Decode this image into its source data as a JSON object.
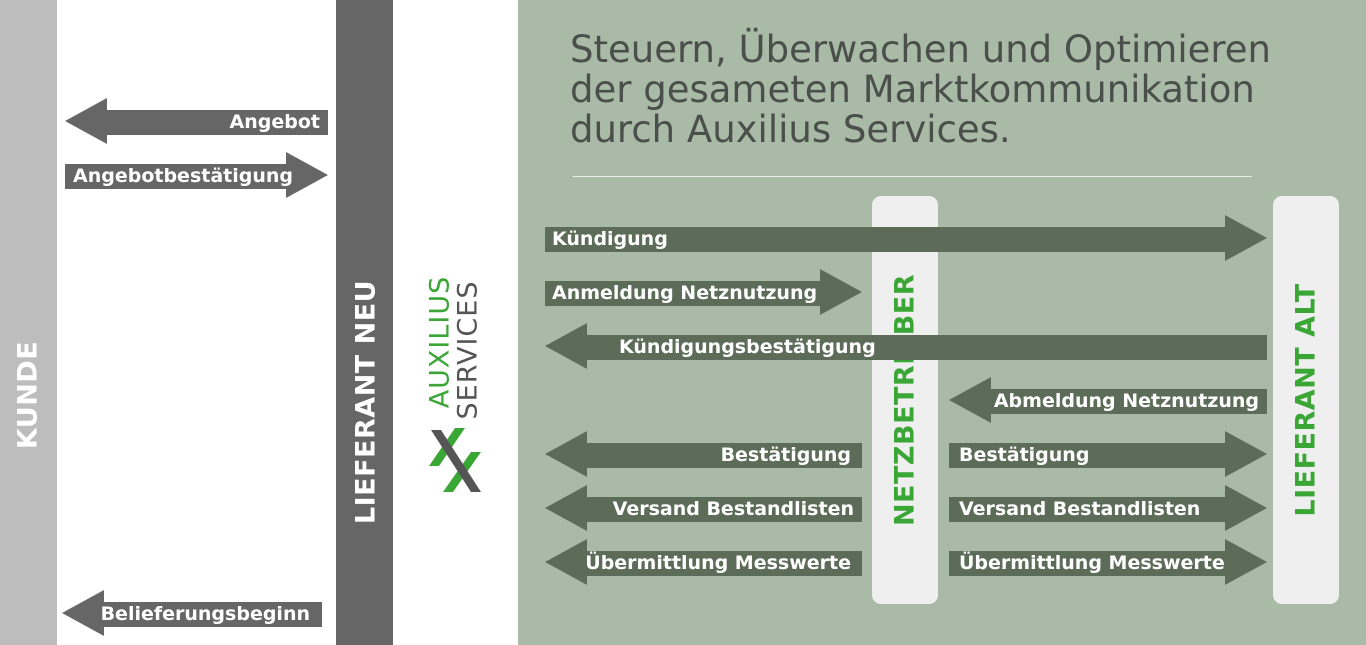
{
  "columns": {
    "kunde": "KUNDE",
    "lieferant_neu": "LIEFERANT NEU",
    "netzbetreiber": "NETZBETREIBER",
    "lieferant_alt": "LIEFERANT ALT"
  },
  "logo": {
    "line1": "AUXILIUS",
    "line2": "SERVICES",
    "icon": "auxilius-logo-icon"
  },
  "headline": {
    "line1": "Steuern, Überwachen und Optimieren",
    "line2": "der gesameten Marktkommunikation",
    "line3": "durch Auxilius Services."
  },
  "colors": {
    "kunde_column": "#bdbdbd",
    "lieferant_neu_column": "#666666",
    "green_panel": "#a9bba6",
    "grey_arrow": "#666666",
    "green_arrow": "#5d6c59",
    "green_text": "#3aa635",
    "pill": "#efefef"
  },
  "messages": {
    "angebot": "Angebot",
    "angebotbestaetigung": "Angebotbestätigung",
    "belieferungsbeginn": "Belieferungsbeginn",
    "kuendigung": "Kündigung",
    "anmeldung_netznutzung": "Anmeldung Netznutzung",
    "kuendigungsbestaetigung": "Kündigungsbestätigung",
    "abmeldung_netznutzung": "Abmeldung Netznutzung",
    "bestaetigung_left": "Bestätigung",
    "bestaetigung_right": "Bestätigung",
    "versand_left": "Versand Bestandlisten",
    "versand_right": "Versand Bestandlisten",
    "uebermittlung_left": "Übermittlung Messwerte",
    "uebermittlung_right": "Übermittlung Messwerte"
  }
}
